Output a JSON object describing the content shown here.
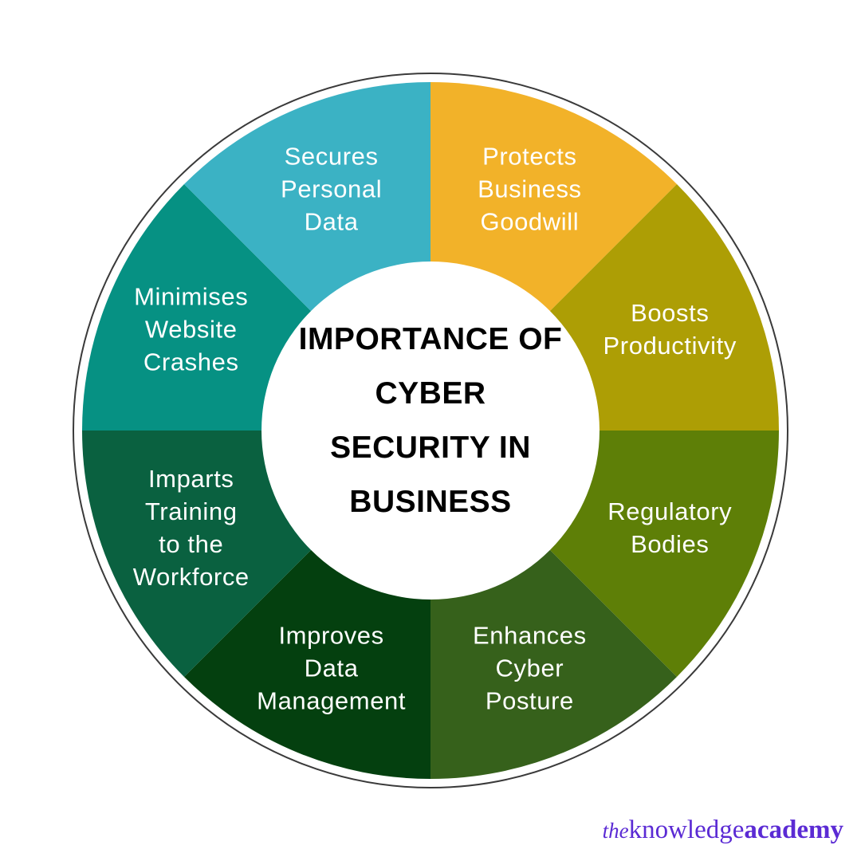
{
  "center": {
    "title_lines": [
      "IMPORTANCE OF",
      "CYBER",
      "SECURITY IN",
      "BUSINESS"
    ],
    "title_full": "IMPORTANCE OF CYBER SECURITY IN BUSINESS",
    "fill": "#FFFFFF",
    "text_color": "#000000"
  },
  "canvas": {
    "background": "#FFFFFF",
    "outer_ring_stroke": "#3A3A3A"
  },
  "chart_data": {
    "type": "pie",
    "title": "IMPORTANCE OF CYBER SECURITY IN BUSINESS",
    "note": "Donut wheel divided into 8 equal 45-degree segments",
    "categories": [
      "Protects Business Goodwill",
      "Boosts Productivity",
      "Regulatory Bodies",
      "Enhances Cyber Posture",
      "Improves Data Management",
      "Imparts Training to the Workforce",
      "Minimises Website Crashes",
      "Secures Personal Data"
    ],
    "values": [
      12.5,
      12.5,
      12.5,
      12.5,
      12.5,
      12.5,
      12.5,
      12.5
    ],
    "colors": [
      "#F2B229",
      "#AD9E05",
      "#5E7F07",
      "#36611B",
      "#04400F",
      "#0A6140",
      "#069183",
      "#3BB2C4"
    ],
    "legend": "none",
    "grid": false
  },
  "segments": [
    {
      "id": "protects-business-goodwill",
      "label": "Protects Business Goodwill",
      "lines": [
        "Protects",
        "Business",
        "Goodwill"
      ],
      "color": "#F2B229",
      "start_angle": 0,
      "end_angle": 45
    },
    {
      "id": "boosts-productivity",
      "label": "Boosts Productivity",
      "lines": [
        "Boosts",
        "Productivity"
      ],
      "color": "#AD9E05",
      "start_angle": 45,
      "end_angle": 90
    },
    {
      "id": "regulatory-bodies",
      "label": "Regulatory Bodies",
      "lines": [
        "Regulatory",
        "Bodies"
      ],
      "color": "#5E7F07",
      "start_angle": 90,
      "end_angle": 135
    },
    {
      "id": "enhances-cyber-posture",
      "label": "Enhances Cyber Posture",
      "lines": [
        "Enhances",
        "Cyber",
        "Posture"
      ],
      "color": "#36611B",
      "start_angle": 135,
      "end_angle": 180
    },
    {
      "id": "improves-data-management",
      "label": "Improves Data Management",
      "lines": [
        "Improves",
        "Data",
        "Management"
      ],
      "color": "#04400F",
      "start_angle": 180,
      "end_angle": 225
    },
    {
      "id": "imparts-training-to-the-workforce",
      "label": "Imparts Training to the Workforce",
      "lines": [
        "Imparts",
        "Training",
        "to the",
        "Workforce"
      ],
      "color": "#0A6140",
      "start_angle": 225,
      "end_angle": 270
    },
    {
      "id": "minimises-website-crashes",
      "label": "Minimises Website Crashes",
      "lines": [
        "Minimises",
        "Website",
        "Crashes"
      ],
      "color": "#069183",
      "start_angle": 270,
      "end_angle": 315
    },
    {
      "id": "secures-personal-data",
      "label": "Secures Personal Data",
      "lines": [
        "Secures",
        "Personal",
        "Data"
      ],
      "color": "#3BB2C4",
      "start_angle": 315,
      "end_angle": 360
    }
  ],
  "brand": {
    "the": "the",
    "knowledge": "knowledge",
    "academy": "academy",
    "full": "theknowledgeacademy",
    "color": "#5B2BD4"
  }
}
